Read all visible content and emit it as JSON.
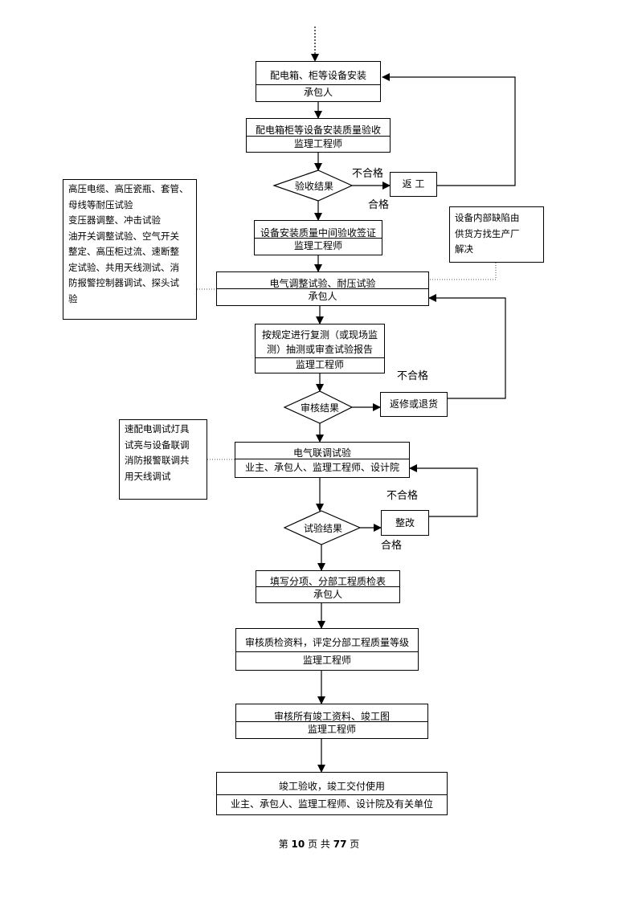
{
  "steps": {
    "s1": {
      "title": "配电箱、柜等设备安装",
      "sub": "承包人"
    },
    "s2": {
      "title": "配电箱柜等设备安装质量验收",
      "sub": "监理工程师"
    },
    "s3": {
      "title": "设备安装质量中间验收签证",
      "sub": "监理工程师"
    },
    "s4": {
      "title": "电气调整试验、耐压试验",
      "sub": "承包人"
    },
    "s5": {
      "title": "按规定进行复测（或现场监\n测）抽测或审查试验报告",
      "sub": "监理工程师"
    },
    "s6": {
      "title": "电气联调试验",
      "sub": "业主、承包人、监理工程师、设计院"
    },
    "s7": {
      "title": "填写分项、分部工程质检表",
      "sub": "承包人"
    },
    "s8": {
      "title": "审核质检资料，评定分部工程质量等级",
      "sub": "监理工程师"
    },
    "s9": {
      "title": "审核所有竣工资料、竣工图",
      "sub": "监理工程师"
    },
    "s10": {
      "title": "竣工验收，竣工交付使用",
      "sub": "业主、承包人、监理工程师、设计院及有关单位"
    }
  },
  "decisions": {
    "d1": "验收结果",
    "d2": "审核结果",
    "d3": "试验结果"
  },
  "actions": {
    "rework": "返  工",
    "repair_return": "返修或退货",
    "rectify": "整改"
  },
  "labels": {
    "fail": "不合格",
    "pass": "合格"
  },
  "notes": {
    "left1": "高压电缆、高压瓷瓶、套管、\n母线等耐压试验\n变压器调整、冲击试验\n油开关调整试验、空气开关\n整定、高压柜过流、速断整\n定试验、共用天线测试、消\n防报警控制器调试、探头试\n验",
    "right1": "设备内部缺陷由\n供货方找生产厂\n解决",
    "left2": "速配电调试灯具\n试亮与设备联调\n消防报警联调共\n用天线调试"
  },
  "footer": {
    "prefix": "第",
    "page": "10",
    "middle": "页 共",
    "total": "77",
    "suffix": "页"
  }
}
